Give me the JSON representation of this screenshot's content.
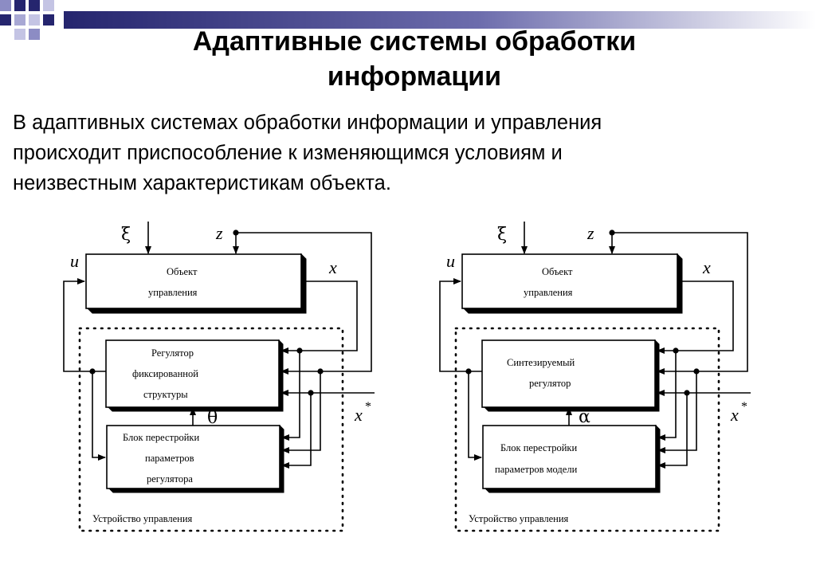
{
  "slide": {
    "title_line1": "Адаптивные системы обработки",
    "title_line2": "информации",
    "intro_lines": [
      "В адаптивных системах обработки информации и управления",
      "происходит приспособление к изменяющимся условиям и",
      "неизвестным характеристикам объекта."
    ]
  },
  "left": {
    "signals": {
      "xi": "ξ",
      "z": "z",
      "u": "u",
      "x": "x",
      "xstar": "x",
      "star": "*",
      "theta": "θ"
    },
    "object": [
      "Объект",
      "управления"
    ],
    "regulator": [
      "Регулятор",
      "фиксированной",
      "структуры"
    ],
    "tuner": [
      "Блок перестройки",
      "параметров",
      "регулятора"
    ],
    "device": "Устройство управления"
  },
  "right": {
    "signals": {
      "xi": "ξ",
      "z": "z",
      "u": "u",
      "x": "x",
      "xstar": "x",
      "star": "*",
      "alpha": "α"
    },
    "object": [
      "Объект",
      "управления"
    ],
    "regulator": [
      "Синтезируемый",
      "регулятор"
    ],
    "tuner": [
      "Блок перестройки",
      "параметров модели"
    ],
    "device": "Устройство управления"
  }
}
